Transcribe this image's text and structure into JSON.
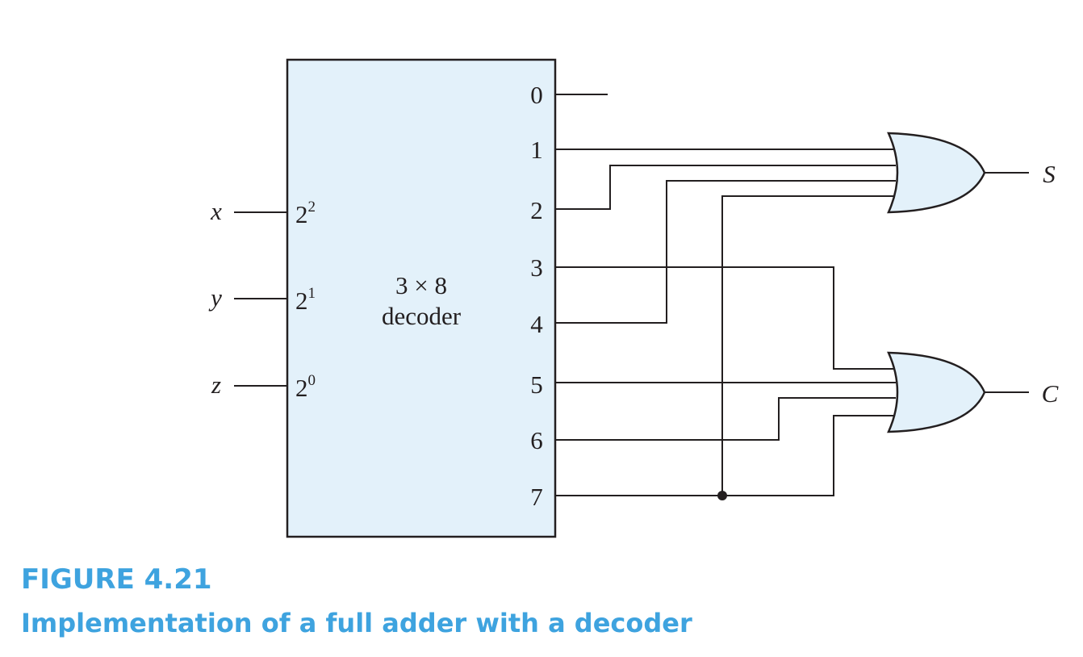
{
  "figure": {
    "number": "FIGURE 4.21",
    "caption": "Implementation of a full adder with a decoder"
  },
  "decoder": {
    "label_line1": "3 × 8",
    "label_line2": "decoder",
    "fill_color": "#e3f1fa",
    "inputs": [
      {
        "signal": "x",
        "weight_base": "2",
        "weight_exp": "2"
      },
      {
        "signal": "y",
        "weight_base": "2",
        "weight_exp": "1"
      },
      {
        "signal": "z",
        "weight_base": "2",
        "weight_exp": "0"
      }
    ],
    "outputs": [
      "0",
      "1",
      "2",
      "3",
      "4",
      "5",
      "6",
      "7"
    ]
  },
  "gates": {
    "sum": {
      "type": "OR",
      "output_label": "S",
      "inputs": [
        "1",
        "2",
        "4",
        "7"
      ]
    },
    "carry": {
      "type": "OR",
      "output_label": "C",
      "inputs": [
        "3",
        "5",
        "6",
        "7"
      ]
    }
  },
  "colors": {
    "accent": "#3ea3df",
    "gate_fill": "#e3f1fa",
    "line": "#231f20"
  }
}
